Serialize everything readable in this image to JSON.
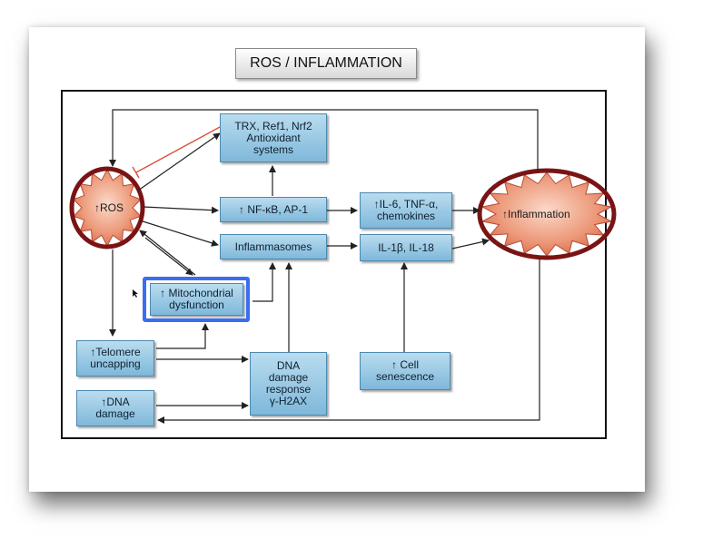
{
  "title": "ROS / INFLAMMATION",
  "nodes": {
    "ros": "↑ROS",
    "inflammation": "↑Inflammation",
    "antioxidant": [
      "TRX, Ref1, Nrf2",
      "Antioxidant",
      "systems"
    ],
    "nfkb": "↑ NF-κB, AP-1",
    "inflammasomes": "Inflammasomes",
    "il6": [
      "↑IL-6, TNF-α,",
      "chemokines"
    ],
    "il1b": "IL-1β, IL-18",
    "mito": [
      "↑ Mitochondrial",
      "dysfunction"
    ],
    "telomere": [
      "↑Telomere",
      "uncapping"
    ],
    "dna_damage": [
      "↑DNA",
      "damage"
    ],
    "ddr": [
      "DNA",
      "damage",
      "response",
      "γ-H2AX"
    ],
    "senescence": [
      "↑ Cell",
      "senescence"
    ]
  },
  "colors": {
    "node_fill": "#8fc3e2",
    "burst_fill": "#e07b62",
    "burst_ring": "#7a1414",
    "inhibit_line": "#d9533c",
    "highlight": "#3a6df0"
  }
}
